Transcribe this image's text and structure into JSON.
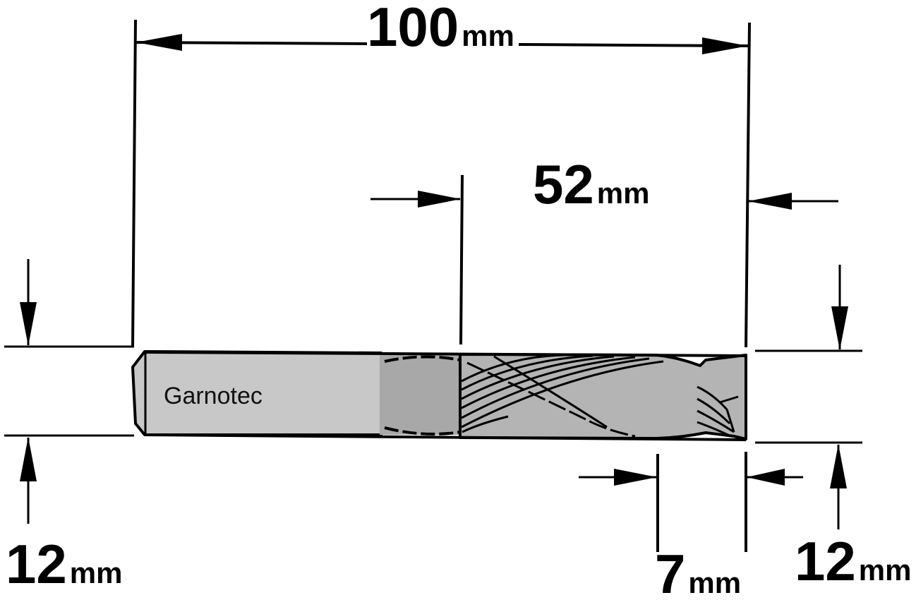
{
  "brand_label": "Garnotec",
  "dimensions": {
    "total_length": {
      "value": "100",
      "unit": "mm"
    },
    "cutting_length": {
      "value": "52",
      "unit": "mm"
    },
    "shank_diameter": {
      "value": "12",
      "unit": "mm"
    },
    "tip_length": {
      "value": "7",
      "unit": "mm"
    },
    "cutting_diameter": {
      "value": "12",
      "unit": "mm"
    }
  },
  "colors": {
    "line": "#000000",
    "shank_fill": "#c8c8c8",
    "transition_fill": "#a8a8a8",
    "flute_fill": "#b4b4b4"
  }
}
